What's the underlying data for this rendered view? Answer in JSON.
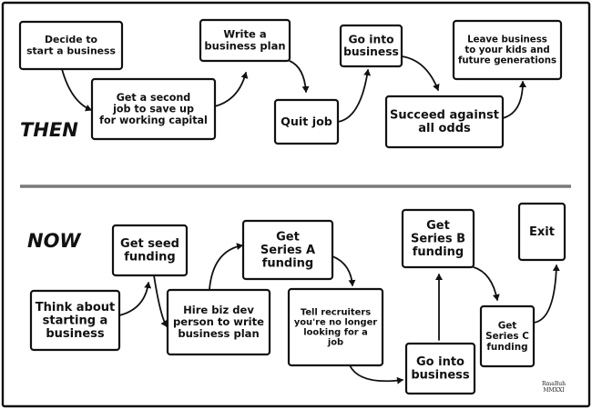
{
  "sections": {
    "then_label": "THEN",
    "now_label": "NOW"
  },
  "then_steps": [
    {
      "lines": [
        "Decide to",
        "start a business"
      ]
    },
    {
      "lines": [
        "Get a second",
        "job to save up",
        "for working capital"
      ]
    },
    {
      "lines": [
        "Write a",
        "business plan"
      ]
    },
    {
      "lines": [
        "Quit job"
      ]
    },
    {
      "lines": [
        "Go into",
        "business"
      ]
    },
    {
      "lines": [
        "Succeed against",
        "all odds"
      ]
    },
    {
      "lines": [
        "Leave business",
        "to your kids and",
        "future generations"
      ]
    }
  ],
  "now_steps": [
    {
      "lines": [
        "Think about",
        "starting a",
        "business"
      ]
    },
    {
      "lines": [
        "Get seed",
        "funding"
      ]
    },
    {
      "lines": [
        "Hire biz dev",
        "person to write",
        "business plan"
      ]
    },
    {
      "lines": [
        "Get",
        "Series A",
        "funding"
      ]
    },
    {
      "lines": [
        "Tell recruiters",
        "you're no longer",
        "looking for a",
        "job"
      ]
    },
    {
      "lines": [
        "Go into",
        "business"
      ]
    },
    {
      "lines": [
        "Get",
        "Series B",
        "funding"
      ]
    },
    {
      "lines": [
        "Get",
        "Series C",
        "funding"
      ]
    },
    {
      "lines": [
        "Exit"
      ]
    }
  ],
  "signature": {
    "lines": [
      "RmaBuh",
      "MMXXI"
    ]
  },
  "colors": {
    "ink": "#111111",
    "divider": "#7a7a7a",
    "background": "#ffffff"
  }
}
